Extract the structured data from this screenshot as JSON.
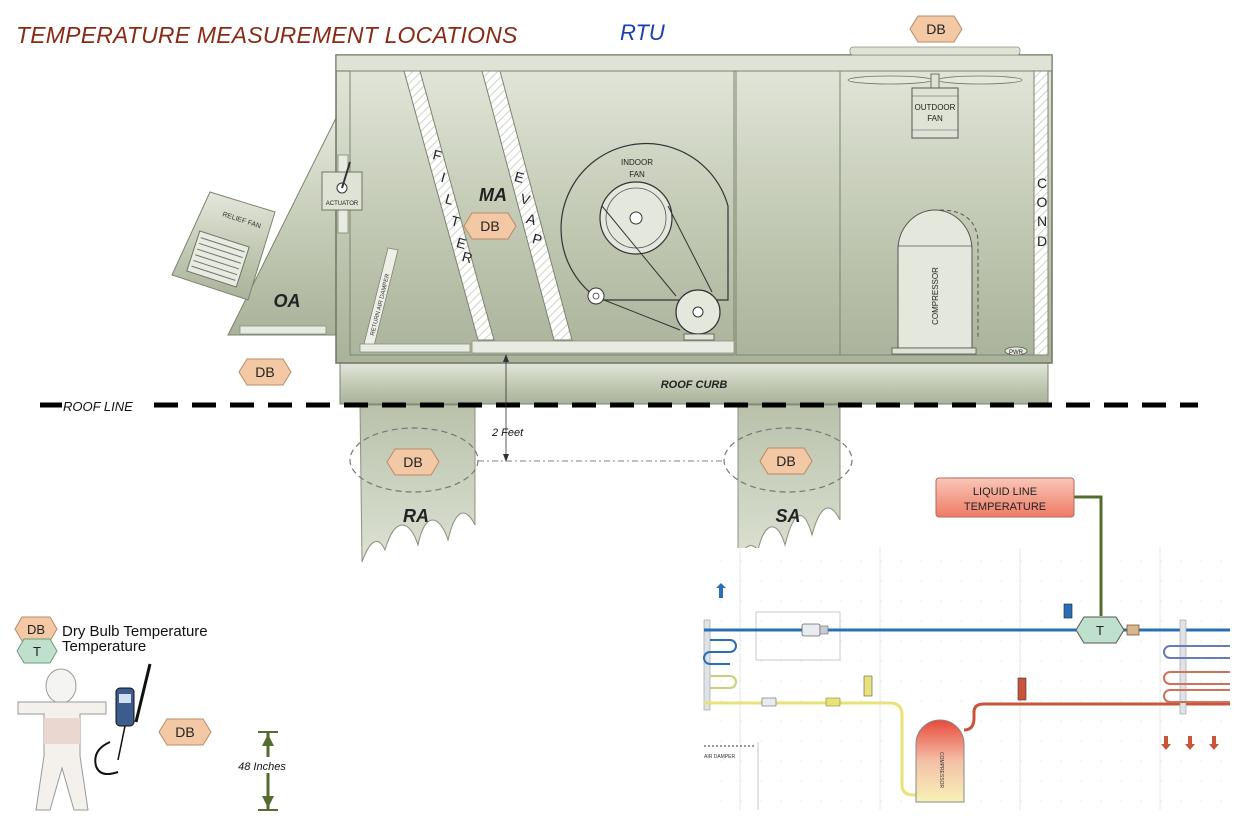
{
  "title": "TEMPERATURE MEASUREMENT LOCATIONS",
  "unit_label": "RTU",
  "sections": {
    "oa": "OA",
    "ma": "MA",
    "ra": "RA",
    "sa": "SA",
    "filter_letters": [
      "F",
      "I",
      "L",
      "T",
      "E",
      "R"
    ],
    "evap_letters": [
      "E",
      "V",
      "A",
      "P"
    ],
    "cond_letters": [
      "C",
      "O",
      "N",
      "D"
    ]
  },
  "components": {
    "relief_fan": "RELIEF FAN",
    "actuator": "ACTUATOR",
    "return_air_damper": "RETURN AIR DAMPER",
    "indoor_fan_line1": "INDOOR",
    "indoor_fan_line2": "FAN",
    "outdoor_fan_line1": "OUTDOOR",
    "outdoor_fan_line2": "FAN",
    "compressor": "COMPRESSOR",
    "pwr": "PWR",
    "roof_curb": "ROOF CURB",
    "roof_line": "ROOF LINE",
    "two_feet": "2 Feet",
    "forty_eight_inches": "48 Inches",
    "liquid_line_1": "LIQUID LINE",
    "liquid_line_2": "TEMPERATURE",
    "small_compressor": "COMPRESSOR",
    "damper_small": "AIR DAMPER"
  },
  "markers": {
    "db": "DB",
    "t": "T"
  },
  "legend": {
    "db_label": "Dry Bulb Temperature",
    "t_label": "Temperature",
    "db_icon": "DB",
    "t_icon": "T"
  },
  "colors": {
    "title": "#8B2A14",
    "rtu": "#1a3fb0",
    "unit_body": "#c9d0bc",
    "db_fill": "#f3c9a5",
    "t_fill": "#bfe0cc",
    "liquid_box": "#f08a76",
    "blue_pipe": "#2a6fb5",
    "red_pipe": "#c8553a",
    "yellow_pipe": "#e8e27a"
  }
}
